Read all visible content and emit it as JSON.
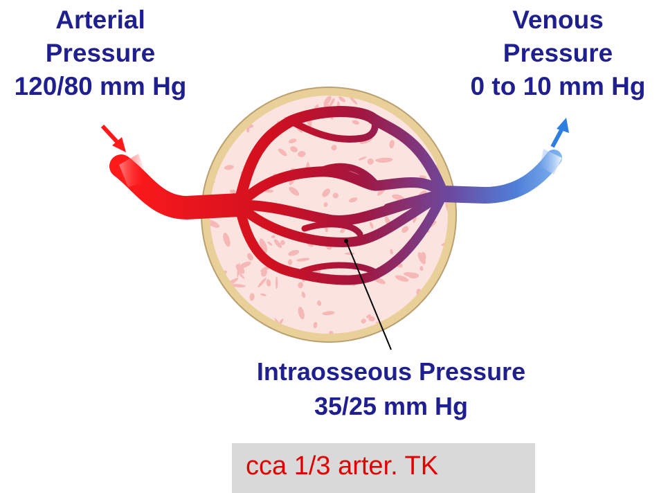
{
  "labels": {
    "arterial": [
      "Arterial",
      "Pressure",
      "120/80 mm Hg"
    ],
    "venous": [
      "Venous",
      "Pressure",
      "0 to 10 mm Hg"
    ],
    "intraosseous": [
      "Intraosseous Pressure",
      "35/25 mm Hg"
    ]
  },
  "note": "cca 1/3 arter. TK",
  "colors": {
    "label_text": "#1f1f8f",
    "artery": "#e8141e",
    "vein": "#3f7fe0",
    "bone_cortex": "#e9cf98",
    "marrow": "#fbe3df",
    "note_text": "#e00000",
    "note_background": "#d9d9d9"
  }
}
